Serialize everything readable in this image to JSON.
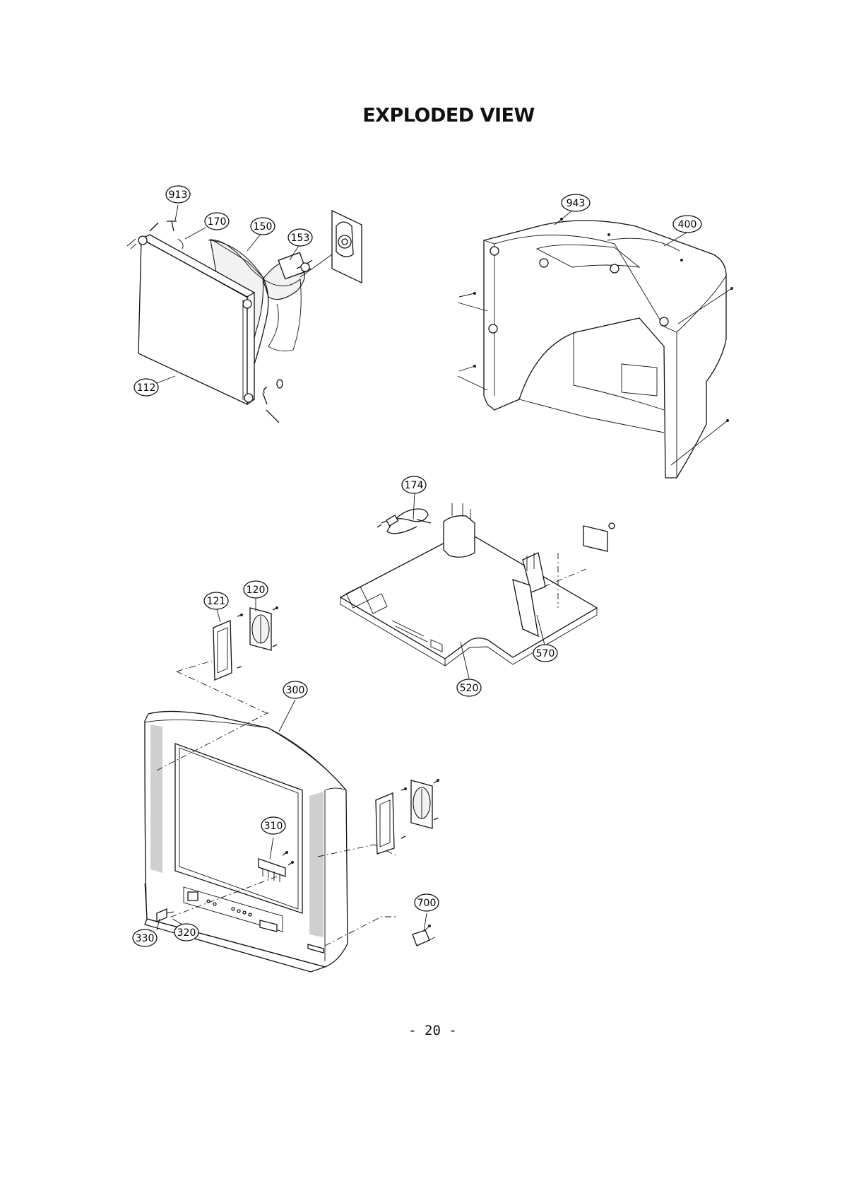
{
  "title": "EXPLODED VIEW",
  "page_number": "- 20 -",
  "callouts": [
    {
      "id": "callout-913",
      "label": "913"
    },
    {
      "id": "callout-170",
      "label": "170"
    },
    {
      "id": "callout-150",
      "label": "150"
    },
    {
      "id": "callout-153",
      "label": "153"
    },
    {
      "id": "callout-112",
      "label": "112"
    },
    {
      "id": "callout-943",
      "label": "943"
    },
    {
      "id": "callout-400",
      "label": "400"
    },
    {
      "id": "callout-174",
      "label": "174"
    },
    {
      "id": "callout-121",
      "label": "121"
    },
    {
      "id": "callout-120",
      "label": "120"
    },
    {
      "id": "callout-570",
      "label": "570"
    },
    {
      "id": "callout-520",
      "label": "520"
    },
    {
      "id": "callout-300",
      "label": "300"
    },
    {
      "id": "callout-310",
      "label": "310"
    },
    {
      "id": "callout-700",
      "label": "700"
    },
    {
      "id": "callout-330",
      "label": "330"
    },
    {
      "id": "callout-320",
      "label": "320"
    }
  ]
}
